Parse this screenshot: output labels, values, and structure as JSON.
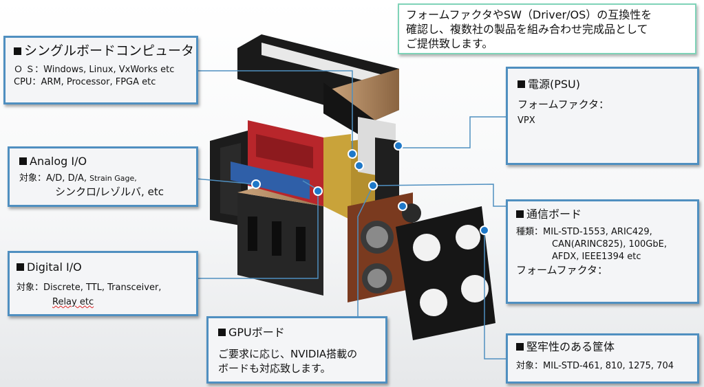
{
  "note": {
    "lines": [
      "フォームファクタやSW（Driver/OS）の互換性を",
      "確認し、複数社の製品を組み合わせ完成品として",
      "ご提供致します。"
    ]
  },
  "sbc": {
    "title": "シングルボードコンピュータ",
    "os_label": "Ｏ Ｓ：",
    "os_value": "Windows, Linux, VxWorks etc",
    "cpu_label": "CPU：",
    "cpu_value": "ARM, Processor, FPGA etc"
  },
  "analog": {
    "title": "Analog I/O",
    "label": "対象：",
    "value1": "A/D, D/A,",
    "value2": "Strain Gage,",
    "value3": "シンクロ/レゾルバ, etc"
  },
  "digital": {
    "title": "Digital I/O",
    "label": "対象：",
    "value1": "Discrete, TTL, Transceiver,",
    "value2": "Relay etc"
  },
  "gpu": {
    "title": "GPUボード",
    "line1": "ご要求に応じ、NVIDIA搭載の",
    "line2": "ボードも対応致します。"
  },
  "psu": {
    "title": "電源(PSU)",
    "label": "フォームファクタ：",
    "value": "VPX"
  },
  "comm": {
    "title": "通信ボード",
    "label": "種類：",
    "value1": "MIL-STD-1553, ARIC429,",
    "value2": "CAN(ARINC825), 100GbE,",
    "value3": "AFDX, IEEE1394 etc",
    "ff_label": "フォームファクタ："
  },
  "rugged": {
    "title": "堅牢性のある筐体",
    "label": "対象：",
    "value": "MIL-STD-461, 810, 1275, 704"
  },
  "colors": {
    "box_border": "#4f8fc0",
    "note_border": "#7fd3b8",
    "connector_dot": "#1e78c8"
  },
  "icons": [
    "square-bullet-icon"
  ]
}
